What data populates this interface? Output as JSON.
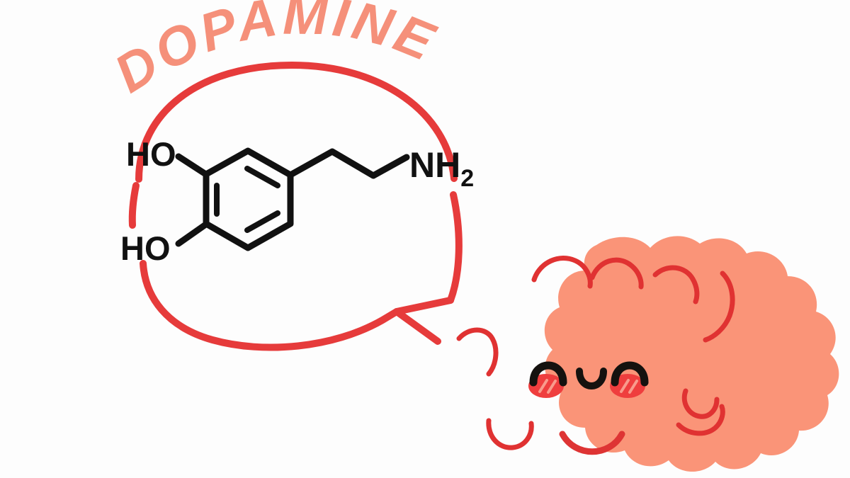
{
  "illustration": {
    "title": "DOPAMINE",
    "subject": "dopamine molecule speech bubble with cartoon brain",
    "background_color": "#fdfdfd"
  },
  "palette": {
    "salmon": "#FA9478",
    "title_salmon": "#F5907A",
    "red": "#E63B3B",
    "red_dark": "#E03232",
    "cheek_red": "#EF3E3E",
    "ink_black": "#111111",
    "white": "#ffffff"
  },
  "title": {
    "text": "DOPAMINE",
    "letters": [
      "D",
      "O",
      "P",
      "A",
      "M",
      "I",
      "N",
      "E"
    ],
    "color": "#F5907A",
    "style": "arched handwritten uppercase"
  },
  "speech_bubble": {
    "shape": "broken outline ellipse with pointed tail",
    "stroke_color": "#E63B3B",
    "stroke_width": 10,
    "tail_direction": "down-right toward brain",
    "gaps": [
      "left side near HO labels",
      "top right near NH2 label"
    ]
  },
  "molecule": {
    "name": "dopamine",
    "skeletal_formula": "C8H11NO2",
    "ring": "benzene (catechol)",
    "double_bonds": 3,
    "labels": [
      {
        "text": "HO",
        "position": "upper-left",
        "attaches_to": "ring-carbon-3"
      },
      {
        "text": "HO",
        "position": "lower-left",
        "attaches_to": "ring-carbon-4"
      },
      {
        "text": "NH",
        "subscript": "2",
        "position": "right",
        "attaches_to": "ethyl-chain-end"
      }
    ],
    "chain": "ethylamine side chain",
    "stroke_color": "#111111"
  },
  "brain": {
    "character": "kawaii cartoon brain",
    "fill_color": "#FA9478",
    "detail_stroke_color": "#E03232",
    "face": {
      "eyes": {
        "count": 2,
        "style": "closed happy arches",
        "color": "#111111"
      },
      "nose": {
        "style": "small u curve",
        "color": "#111111"
      },
      "mouth": {
        "style": "smile curve",
        "color": "#E03232"
      },
      "cheeks": {
        "count": 2,
        "style": "blush ellipse with two stripes",
        "color": "#EF3E3E"
      }
    },
    "gyri_count": 6
  }
}
